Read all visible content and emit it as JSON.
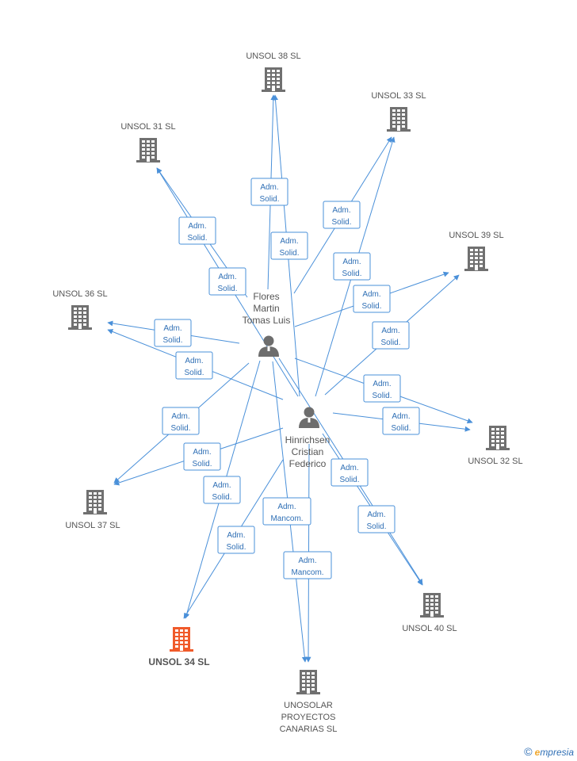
{
  "colors": {
    "edge": "#4a90d9",
    "building": "#707070",
    "building_main": "#f05a2a",
    "person": "#6d6d6d"
  },
  "persons": [
    {
      "id": "p1",
      "label_lines": [
        "Flores",
        "Martin",
        "Tomas Luis"
      ],
      "icon": "person-icon"
    },
    {
      "id": "p2",
      "label_lines": [
        "Hinrichsen",
        "Cristian",
        "Federico"
      ],
      "icon": "person-icon"
    }
  ],
  "companies": [
    {
      "id": "c38",
      "label_lines": [
        "UNSOL 38 SL"
      ],
      "main": false,
      "icon": "building-icon"
    },
    {
      "id": "c33",
      "label_lines": [
        "UNSOL 33 SL"
      ],
      "main": false,
      "icon": "building-icon"
    },
    {
      "id": "c31",
      "label_lines": [
        "UNSOL 31 SL"
      ],
      "main": false,
      "icon": "building-icon"
    },
    {
      "id": "c39",
      "label_lines": [
        "UNSOL 39 SL"
      ],
      "main": false,
      "icon": "building-icon"
    },
    {
      "id": "c36",
      "label_lines": [
        "UNSOL 36 SL"
      ],
      "main": false,
      "icon": "building-icon"
    },
    {
      "id": "c32",
      "label_lines": [
        "UNSOL 32 SL"
      ],
      "main": false,
      "icon": "building-icon"
    },
    {
      "id": "c37",
      "label_lines": [
        "UNSOL 37 SL"
      ],
      "main": false,
      "icon": "building-icon"
    },
    {
      "id": "c40",
      "label_lines": [
        "UNSOL 40 SL"
      ],
      "main": false,
      "icon": "building-icon"
    },
    {
      "id": "c34",
      "label_lines": [
        "UNSOL 34 SL"
      ],
      "main": true,
      "icon": "building-icon"
    },
    {
      "id": "cun",
      "label_lines": [
        "UNOSOLAR",
        "PROYECTOS",
        "CANARIAS SL"
      ],
      "main": false,
      "icon": "building-icon"
    }
  ],
  "relations": [
    {
      "from": "p1",
      "to": "c38",
      "label_lines": [
        "Adm.",
        "Solid."
      ]
    },
    {
      "from": "p2",
      "to": "c38",
      "label_lines": [
        "Adm.",
        "Solid."
      ]
    },
    {
      "from": "p1",
      "to": "c33",
      "label_lines": [
        "Adm.",
        "Solid."
      ]
    },
    {
      "from": "p2",
      "to": "c33",
      "label_lines": [
        "Adm.",
        "Solid."
      ]
    },
    {
      "from": "p1",
      "to": "c31",
      "label_lines": [
        "Adm.",
        "Solid."
      ]
    },
    {
      "from": "p2",
      "to": "c31",
      "label_lines": [
        "Adm.",
        "Solid."
      ]
    },
    {
      "from": "p1",
      "to": "c39",
      "label_lines": [
        "Adm.",
        "Solid."
      ]
    },
    {
      "from": "p2",
      "to": "c39",
      "label_lines": [
        "Adm.",
        "Solid."
      ]
    },
    {
      "from": "p1",
      "to": "c36",
      "label_lines": [
        "Adm.",
        "Solid."
      ]
    },
    {
      "from": "p2",
      "to": "c36",
      "label_lines": [
        "Adm.",
        "Solid."
      ]
    },
    {
      "from": "p1",
      "to": "c32",
      "label_lines": [
        "Adm.",
        "Solid."
      ]
    },
    {
      "from": "p2",
      "to": "c32",
      "label_lines": [
        "Adm.",
        "Solid."
      ]
    },
    {
      "from": "p1",
      "to": "c37",
      "label_lines": [
        "Adm.",
        "Solid."
      ]
    },
    {
      "from": "p2",
      "to": "c37",
      "label_lines": [
        "Adm.",
        "Solid."
      ]
    },
    {
      "from": "p1",
      "to": "c40",
      "label_lines": [
        "Adm.",
        "Solid."
      ]
    },
    {
      "from": "p2",
      "to": "c40",
      "label_lines": [
        "Adm.",
        "Solid."
      ]
    },
    {
      "from": "p1",
      "to": "c34",
      "label_lines": [
        "Adm.",
        "Solid."
      ]
    },
    {
      "from": "p2",
      "to": "c34",
      "label_lines": [
        "Adm.",
        "Solid."
      ]
    },
    {
      "from": "p1",
      "to": "cun",
      "label_lines": [
        "Adm.",
        "Mancom."
      ]
    },
    {
      "from": "p2",
      "to": "cun",
      "label_lines": [
        "Adm.",
        "Mancom."
      ]
    }
  ],
  "footer": {
    "copyright": "©",
    "brand_first": "e",
    "brand_rest": "mpresia"
  }
}
